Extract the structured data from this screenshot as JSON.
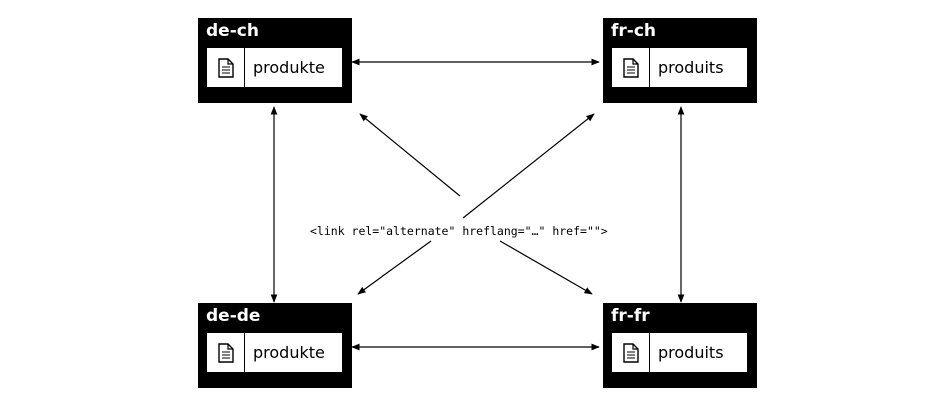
{
  "locales": {
    "de_ch": {
      "code": "de-ch",
      "page": "produkte"
    },
    "fr_ch": {
      "code": "fr-ch",
      "page": "produits"
    },
    "de_de": {
      "code": "de-de",
      "page": "produkte"
    },
    "fr_fr": {
      "code": "fr-fr",
      "page": "produits"
    }
  },
  "annotation": "<link rel=\"alternate\" hreflang=\"…\" href=\"\">",
  "icons": {
    "page": "document-icon"
  },
  "colors": {
    "box": "#000000",
    "page": "#ffffff",
    "arrow": "#000000"
  }
}
